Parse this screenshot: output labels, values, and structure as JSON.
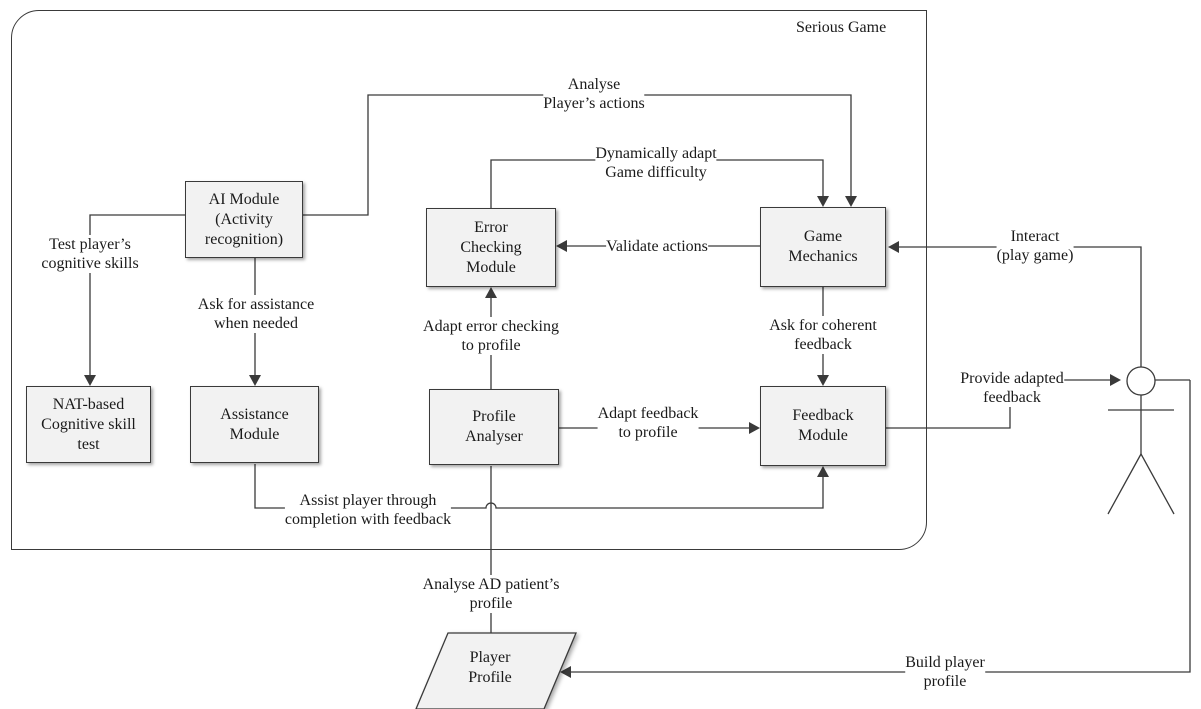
{
  "frame": {
    "title": "Serious Game"
  },
  "nodes": {
    "ai_module": [
      "AI Module",
      "(Activity",
      "recognition)"
    ],
    "nat_test": [
      "NAT-based",
      "Cognitive skill",
      "test"
    ],
    "assistance": [
      "Assistance",
      "Module"
    ],
    "error_checking": [
      "Error",
      "Checking",
      "Module"
    ],
    "profile_analyser": [
      "Profile",
      "Analyser"
    ],
    "game_mechanics": [
      "Game",
      "Mechanics"
    ],
    "feedback": [
      "Feedback",
      "Module"
    ],
    "player_profile": [
      "Player",
      "Profile"
    ]
  },
  "edges": {
    "analyse_actions": [
      "Analyse",
      "Player’s actions"
    ],
    "dynamically_adapt": [
      "Dynamically adapt",
      "Game difficulty"
    ],
    "test_skills": [
      "Test player’s",
      "cognitive skills"
    ],
    "ask_assistance": [
      "Ask for assistance",
      "when needed"
    ],
    "validate_actions": [
      "Validate actions"
    ],
    "adapt_error": [
      "Adapt error checking",
      "to profile"
    ],
    "ask_coherent": [
      "Ask for coherent",
      "feedback"
    ],
    "adapt_feedback": [
      "Adapt feedback",
      "to profile"
    ],
    "assist_player": [
      "Assist player through",
      "completion with feedback"
    ],
    "analyse_profile": [
      "Analyse AD patient’s",
      "profile"
    ],
    "interact": [
      "Interact",
      "(play game)"
    ],
    "provide_feedback": [
      "Provide adapted",
      "feedback"
    ],
    "build_profile": [
      "Build player",
      "profile"
    ]
  }
}
